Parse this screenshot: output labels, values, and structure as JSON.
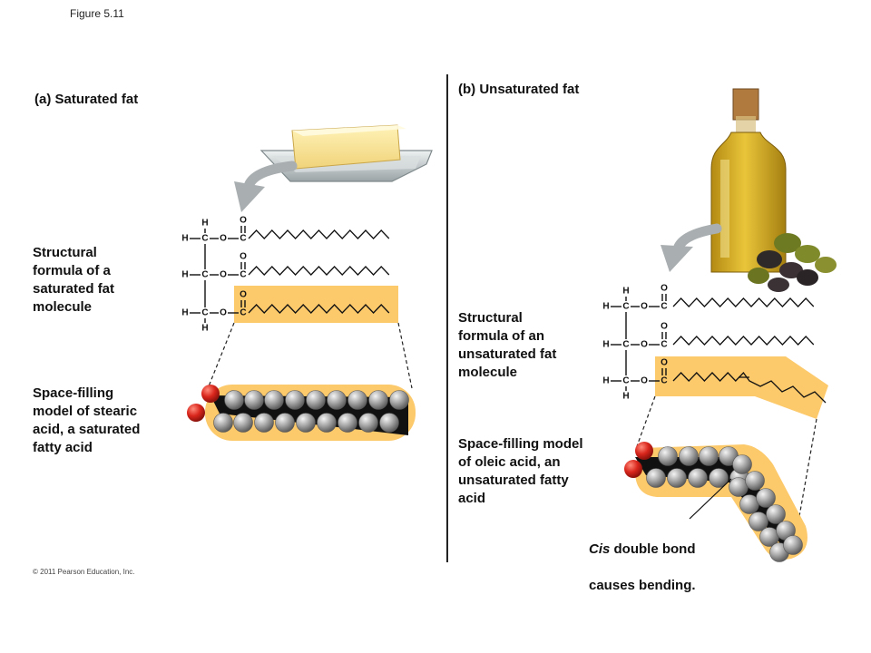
{
  "figure_label": "Figure 5.11",
  "copyright": "© 2011 Pearson Education, Inc.",
  "panel_a": {
    "title": "(a) Saturated fat",
    "structural_caption": "Structural\nformula of a\nsaturated fat\nmolecule",
    "spacefill_caption": "Space-filling\nmodel of stearic\nacid, a saturated\nfatty acid"
  },
  "panel_b": {
    "title": "(b) Unsaturated fat",
    "structural_caption": "Structural\nformula of an\nunsaturated fat\nmolecule",
    "spacefill_caption": "Space-filling model\nof oleic acid, an\nunsaturated fatty\nacid",
    "cis_word": "Cis",
    "cis_rest": " double bond",
    "cis_line2": "causes bending."
  },
  "atoms": {
    "H": "H",
    "C": "C",
    "O": "O"
  },
  "colors": {
    "highlight": "#fcc96b",
    "oxygen": "#d9261c",
    "carbon": "#9a9a9a",
    "chain": "#111111",
    "divider": "#222222"
  }
}
